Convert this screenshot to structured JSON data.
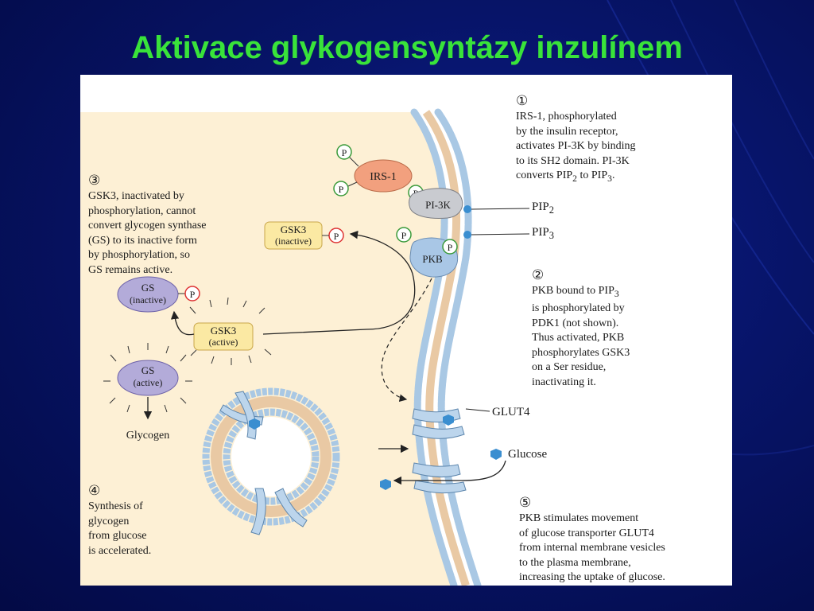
{
  "slide": {
    "title": "Aktivace glykogensyntázy inzulínem"
  },
  "step1": {
    "number": "①",
    "lines": [
      "IRS-1, phosphorylated",
      "by the insulin receptor,",
      "activates PI-3K by binding",
      "to its SH2 domain. PI-3K",
      "converts PIP",
      "to PIP",
      "."
    ],
    "sub2": "2",
    "sub3": "3"
  },
  "step2": {
    "number": "②",
    "line1": "PKB bound to PIP",
    "line1_sub": "3",
    "lines": [
      "is phosphorylated by",
      "PDK1 (not shown).",
      "Thus activated, PKB",
      "phosphorylates GSK3",
      "on a Ser residue,",
      "inactivating it."
    ]
  },
  "step3": {
    "number": "③",
    "lines": [
      "GSK3, inactivated by",
      "phosphorylation, cannot",
      "convert glycogen synthase",
      "(GS) to its inactive form",
      "by phosphorylation, so",
      "GS remains active."
    ]
  },
  "step4": {
    "number": "④",
    "lines": [
      "Synthesis of",
      "glycogen",
      "from glucose",
      "is accelerated."
    ]
  },
  "step5": {
    "number": "⑤",
    "lines": [
      "PKB stimulates movement",
      "of glucose transporter GLUT4",
      "from internal membrane vesicles",
      "to the plasma membrane,",
      "increasing the uptake of glucose."
    ]
  },
  "labels": {
    "p": "P",
    "irs1": "IRS-1",
    "pi3k": "PI-3K",
    "pkb": "PKB",
    "pip": "PIP",
    "pip2_sub": "2",
    "pip3_sub": "3",
    "gsk3": "GSK3",
    "inactive": "(inactive)",
    "active": "(active)",
    "gs": "GS",
    "glycogen": "Glycogen",
    "glut4": "GLUT4",
    "glucose": "Glucose"
  },
  "colors": {
    "title": "#39e33a",
    "cell_bg": "#fdf0d5",
    "membrane": "#a9c8e4",
    "irs1": "#f2a07e",
    "pi3k": "#c9cbd0",
    "pkb": "#a9c7e6",
    "gsk3": "#fbe9a3",
    "gs": "#b3abd9",
    "glucose": "#3a8ed0"
  }
}
